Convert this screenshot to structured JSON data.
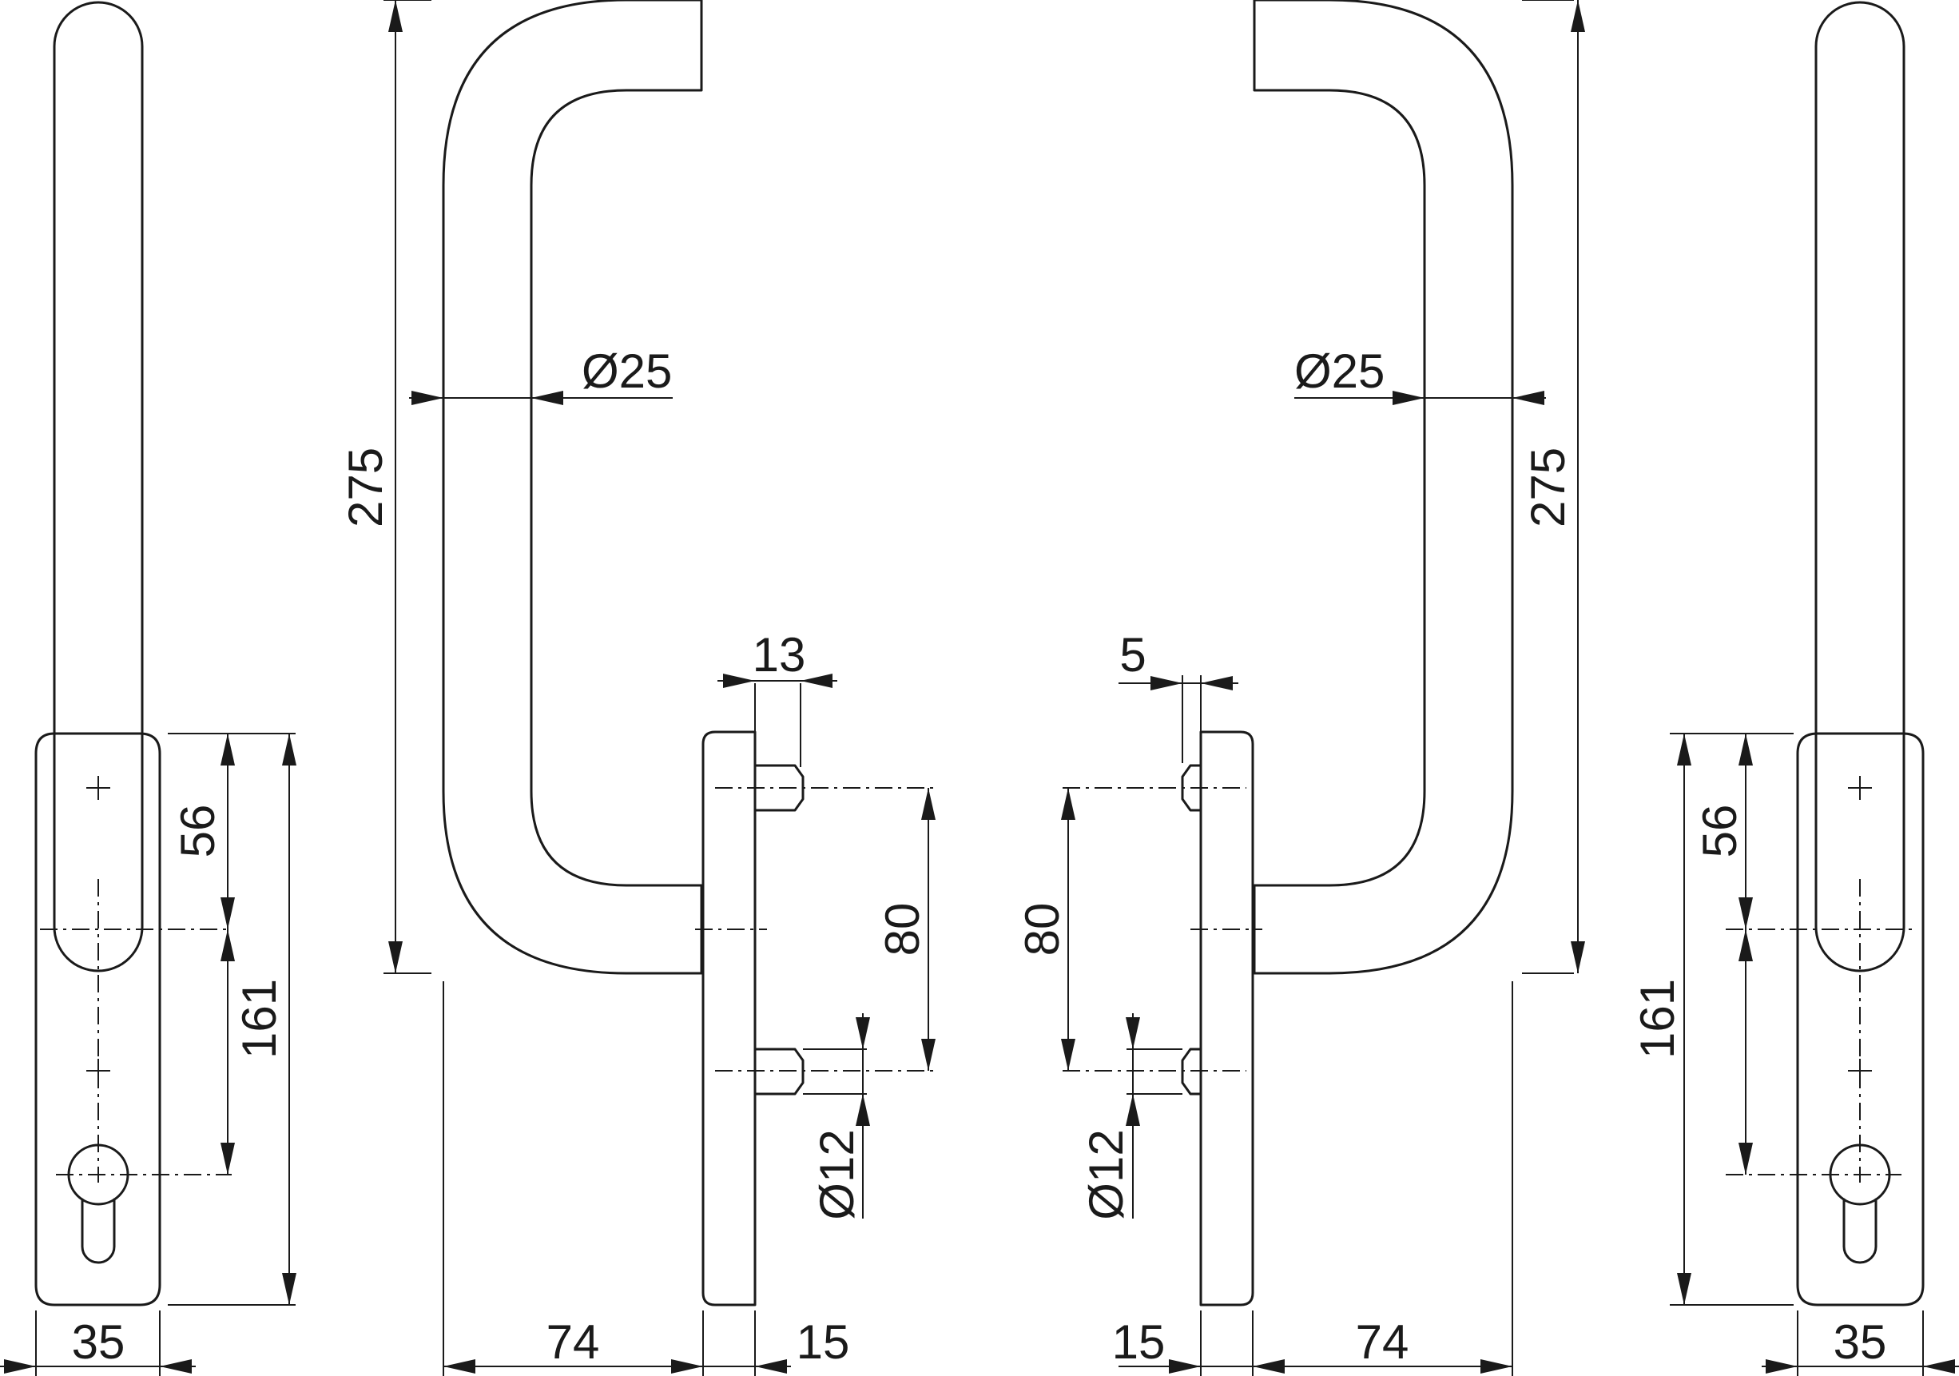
{
  "dimensions": {
    "left_backplate_width": "35",
    "left_spindle_to_top": "56",
    "left_spindle_to_cylinder": "161",
    "left_handle_length": "275",
    "left_grip_diameter": "Ø25",
    "left_projection": "74",
    "left_plate_thickness": "15",
    "left_pin_spacing": "80",
    "left_pin_offset": "13",
    "left_pin_diameter": "Ø12",
    "right_pin_offset": "5",
    "right_pin_spacing": "80",
    "right_pin_diameter": "Ø12",
    "right_plate_thickness": "15",
    "right_projection": "74",
    "right_grip_diameter": "Ø25",
    "right_handle_length": "275",
    "right_spindle_to_top": "56",
    "right_spindle_to_cylinder": "161",
    "right_backplate_width": "35"
  }
}
